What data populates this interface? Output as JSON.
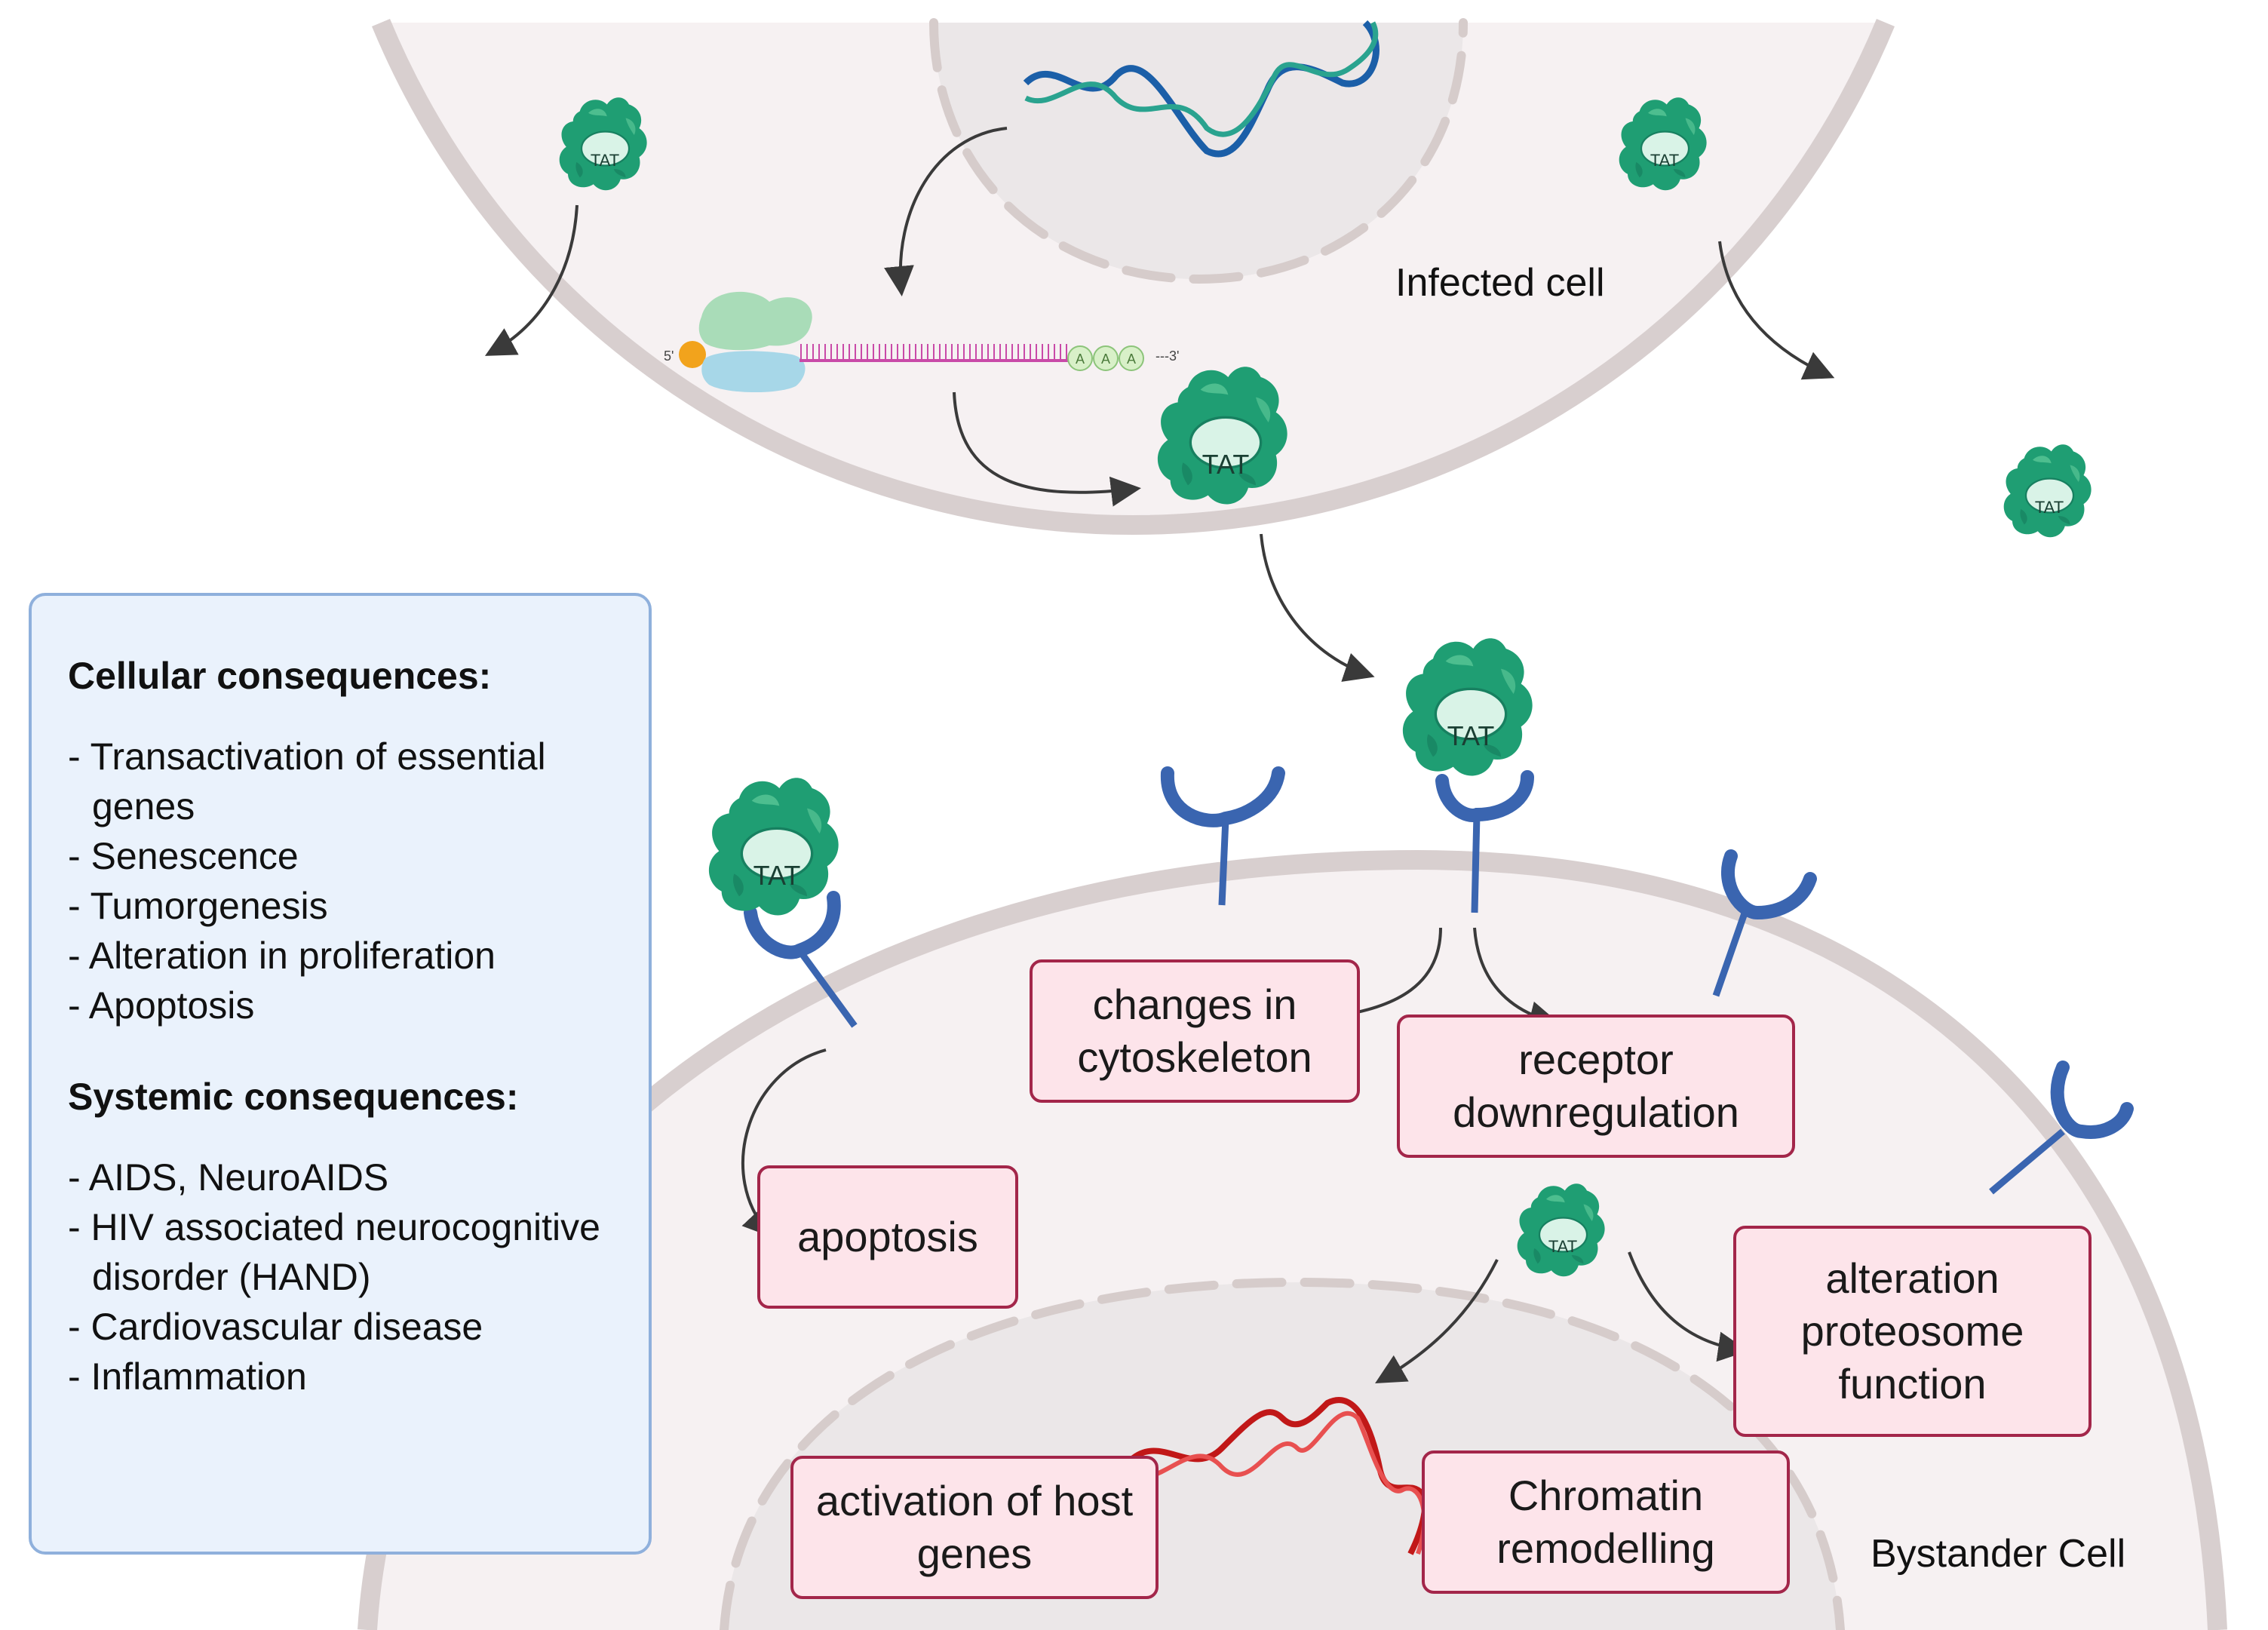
{
  "infected_cell": {
    "label": "Infected cell"
  },
  "bystander_cell": {
    "label": "Bystander Cell"
  },
  "protein": {
    "label": "TAT",
    "color": "#1f9e73"
  },
  "mrna": {
    "five_prime": "5'",
    "three_prime": "---3'",
    "polya_base": "A"
  },
  "info_box": {
    "cellular_heading": "Cellular consequences:",
    "cellular_items": [
      "- Transactivation of essential genes",
      "- Senescence",
      "- Tumorgenesis",
      "- Alteration in proliferation",
      "- Apoptosis"
    ],
    "systemic_heading": "Systemic consequences:",
    "systemic_items": [
      "- AIDS, NeuroAIDS",
      "- HIV associated neurocognitive disorder (HAND)",
      "- Cardiovascular disease",
      "- Inflammation"
    ]
  },
  "outcomes": {
    "cytoskeleton": "changes in cytoskeleton",
    "receptor": "receptor downregulation",
    "apoptosis": "apoptosis",
    "proteosome": "alteration proteosome function",
    "host_genes": "activation of host genes",
    "chromatin": "Chromatin remodelling"
  },
  "colors": {
    "cell_fill": "#f6f1f2",
    "cell_membrane": "#d8cfcf",
    "nucleus_fill": "#ebe7e8",
    "receptor": "#3a65b0",
    "box_fill": "#fde4ea",
    "box_border": "#a3264a",
    "info_fill": "#eaf2fc",
    "info_border": "#8fb0dc",
    "dna_infected": "#1b5fa8",
    "dna_bystander": "#d42020",
    "mrna_strand": "#c94aa8"
  }
}
